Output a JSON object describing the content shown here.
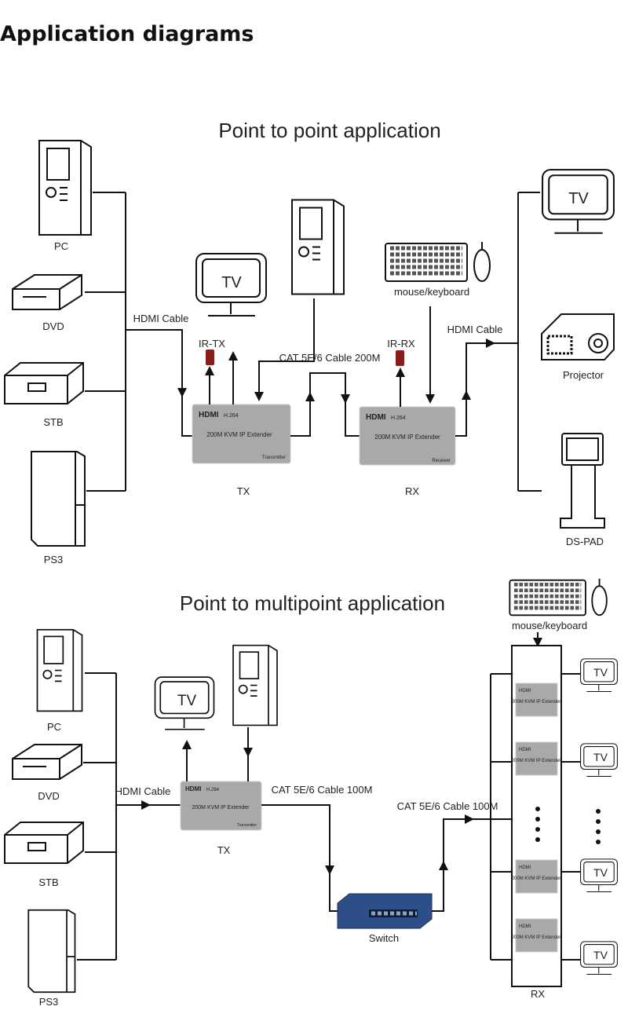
{
  "page_title": {
    "part1": "Application",
    "part2": "diagrams"
  },
  "p2p": {
    "title": "Point to point application",
    "sources": [
      "PC",
      "DVD",
      "STB",
      "PS3"
    ],
    "hdmi_in": "HDMI Cable",
    "ir_tx": "IR-TX",
    "tv": "TV",
    "cat": "CAT 5E/6 Cable 200M",
    "ir_rx": "IR-RX",
    "mouse_keyboard": "mouse/keyboard",
    "hdmi_out": "HDMI Cable",
    "tx_label": "TX",
    "rx_label": "RX",
    "outputs": {
      "tv": "TV",
      "projector": "Projector",
      "dspad": "DS-PAD"
    }
  },
  "p2mp": {
    "title": "Point to multipoint  application",
    "sources": [
      "PC",
      "DVD",
      "STB",
      "PS3"
    ],
    "hdmi_in": "HDMI Cable",
    "tv": "TV",
    "cat_tx": "CAT 5E/6 Cable 100M",
    "cat_rx": "CAT 5E/6 Cable 100M",
    "switch": "Switch",
    "mouse_keyboard": "mouse/keyboard",
    "tx_label": "TX",
    "rx_label": "RX",
    "tvs": [
      "TV",
      "TV",
      "TV",
      "TV"
    ]
  },
  "extender": {
    "brand": "HDMI",
    "codec": "H.264",
    "model": "200M KVM IP Extender",
    "tx_type": "Transmitter",
    "rx_type": "Receiver"
  }
}
